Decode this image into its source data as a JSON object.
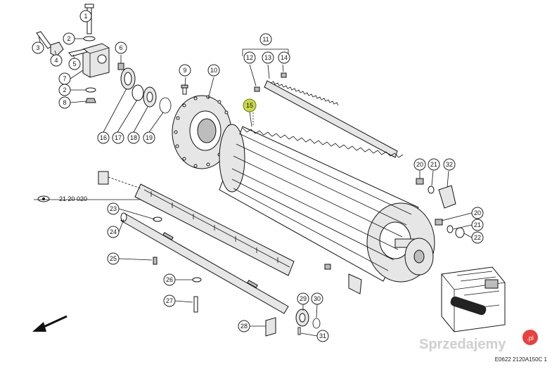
{
  "callouts": {
    "c1": "1",
    "c2a": "2",
    "c2b": "2",
    "c3": "3",
    "c4": "4",
    "c5": "5",
    "c6": "6",
    "c7": "7",
    "c8": "8",
    "c9": "9",
    "c10": "10",
    "c11": "11",
    "c12": "12",
    "c13": "13",
    "c14": "14",
    "c15": "15",
    "c16": "16",
    "c17": "17",
    "c18": "18",
    "c19": "19",
    "c20a": "20",
    "c20b": "20",
    "c21a": "21",
    "c21b": "21",
    "c22": "22",
    "c23": "23",
    "c24": "24",
    "c25": "25",
    "c26": "26",
    "c27": "27",
    "c28": "28",
    "c29": "29",
    "c30": "30",
    "c31": "31",
    "c32": "32"
  },
  "reference": {
    "text": "21 20 020",
    "icon": "eye-icon"
  },
  "direction_arrow": {
    "icon": "arrow-down-left-icon"
  },
  "footer_code": "E0622 2120A150C 1",
  "watermark": {
    "text": "Sprzedajemy",
    "badge": ".pl"
  },
  "colors": {
    "highlight": "#c8d94a",
    "watermark_badge": "#e8413e",
    "line": "#111111"
  }
}
